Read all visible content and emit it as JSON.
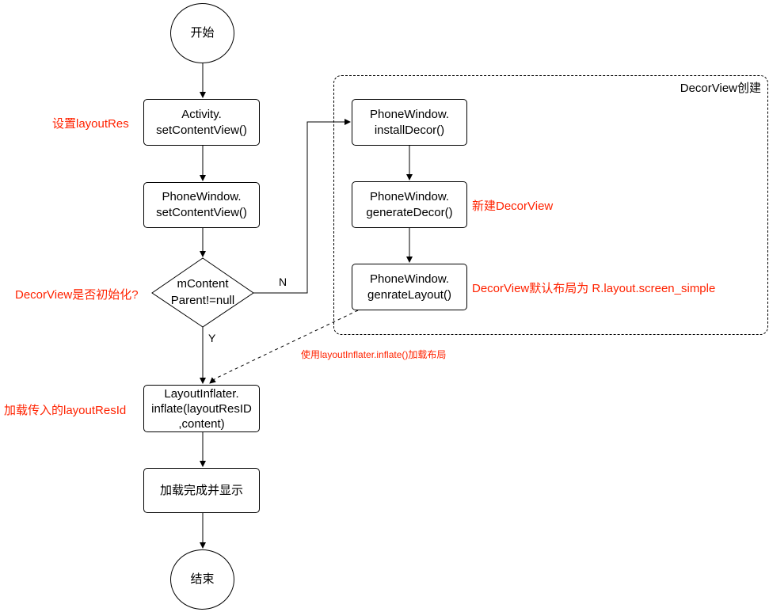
{
  "flow": {
    "start": "开始",
    "activity_set_content_view": [
      "Activity.",
      "setContentView()"
    ],
    "phonewindow_set_content_view": [
      "PhoneWindow.",
      "setContentView()"
    ],
    "decision": [
      "mContent",
      "Parent!=null"
    ],
    "label_no": "N",
    "label_yes": "Y",
    "inflate": [
      "LayoutInflater.",
      "inflate(layoutResID",
      ",content)"
    ],
    "load_complete": "加载完成并显示",
    "end": "结束"
  },
  "decor_group": {
    "title": "DecorView创建",
    "install_decor": [
      "PhoneWindow.",
      "installDecor()"
    ],
    "generate_decor": [
      "PhoneWindow.",
      "generateDecor()"
    ],
    "generate_layout": [
      "PhoneWindow.",
      "genrateLayout()"
    ]
  },
  "notes": {
    "set_layout_res": "设置layoutRes",
    "decorview_initialized": "DecorView是否初始化?",
    "load_passed_layout": "加载传入的layoutResId",
    "new_decorview": "新建DecorView",
    "default_layout": "DecorView默认布局为 R.layout.screen_simple",
    "use_inflater": "使用layoutInflater.inflate()加载布局"
  },
  "colors": {
    "annotation": "#ff2200",
    "stroke": "#000000",
    "background": "#ffffff"
  }
}
